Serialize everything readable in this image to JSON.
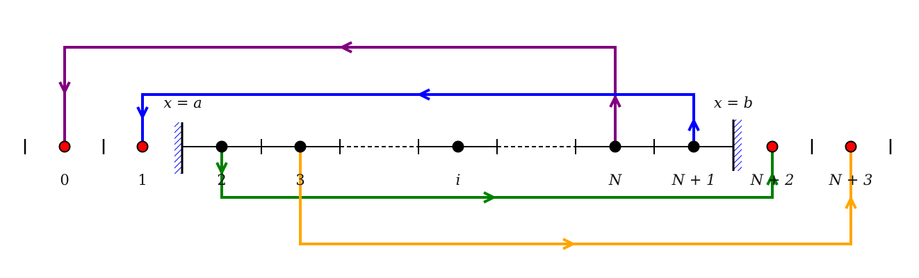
{
  "node_labels": {
    "n0": "0",
    "n1": "1",
    "n2": "2",
    "n3": "3",
    "ni": "i",
    "nN": "N",
    "nN1": "N + 1",
    "nN2": "N + 2",
    "nN3": "N + 3"
  },
  "boundary_labels": {
    "left": "x = a",
    "right": "x = b"
  },
  "colors": {
    "ghost_node": "#ff0000",
    "interior_node": "#000000",
    "wall": "#0000ff",
    "arrow_purple": "#800080",
    "arrow_blue": "#0000ff",
    "arrow_green": "#008000",
    "arrow_orange": "#ffa500"
  }
}
